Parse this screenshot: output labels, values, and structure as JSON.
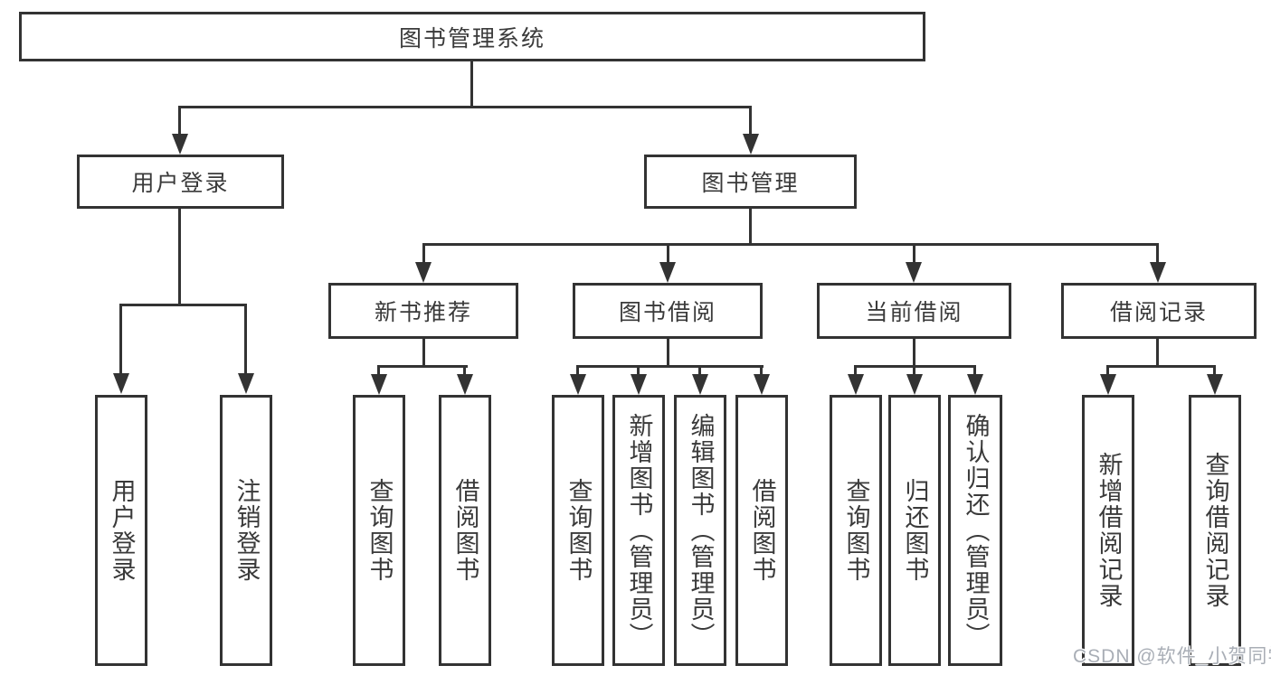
{
  "diagram_title": "图书管理系统",
  "tree": {
    "label": "图书管理系统",
    "children": [
      {
        "label": "用户登录",
        "children": [
          {
            "label": "用户登录"
          },
          {
            "label": "注销登录"
          }
        ]
      },
      {
        "label": "图书管理",
        "children": [
          {
            "label": "新书推荐",
            "children": [
              {
                "label": "查询图书"
              },
              {
                "label": "借阅图书"
              }
            ]
          },
          {
            "label": "图书借阅",
            "children": [
              {
                "label": "查询图书"
              },
              {
                "label": "新增图书（管理员）"
              },
              {
                "label": "编辑图书（管理员）"
              },
              {
                "label": "借阅图书"
              }
            ]
          },
          {
            "label": "当前借阅",
            "children": [
              {
                "label": "查询图书"
              },
              {
                "label": "归还图书"
              },
              {
                "label": "确认归还（管理员）"
              }
            ]
          },
          {
            "label": "借阅记录",
            "children": [
              {
                "label": "新增借阅记录"
              },
              {
                "label": "查询借阅记录"
              }
            ]
          }
        ]
      }
    ]
  },
  "watermark": {
    "text": "CSDN @软件_小贺同学"
  },
  "colors": {
    "line": "#333333",
    "text": "#3a3a3a",
    "background": "#ffffff",
    "watermark": "#a9aeb6"
  }
}
